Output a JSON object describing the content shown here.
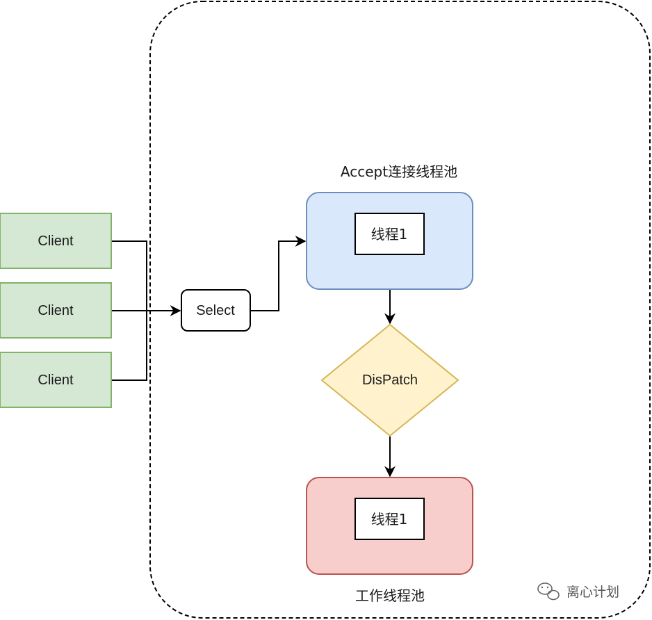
{
  "colors": {
    "client_fill": "#d5e8d4",
    "client_stroke": "#82b366",
    "accept_fill": "#dae8fc",
    "accept_stroke": "#6c8ebf",
    "dispatch_fill": "#fff2cc",
    "dispatch_stroke": "#d6b656",
    "worker_fill": "#f8cecc",
    "worker_stroke": "#b85450",
    "line": "#000000"
  },
  "clients": [
    {
      "label": "Client"
    },
    {
      "label": "Client"
    },
    {
      "label": "Client"
    }
  ],
  "select": {
    "label": "Select"
  },
  "accept_pool": {
    "title": "Accept连接线程池",
    "thread_label": "线程1"
  },
  "dispatch": {
    "label": "DisPatch"
  },
  "worker_pool": {
    "title": "工作线程池",
    "thread_label": "线程1"
  },
  "watermark": {
    "icon": "wechat-icon",
    "text": "离心计划"
  }
}
